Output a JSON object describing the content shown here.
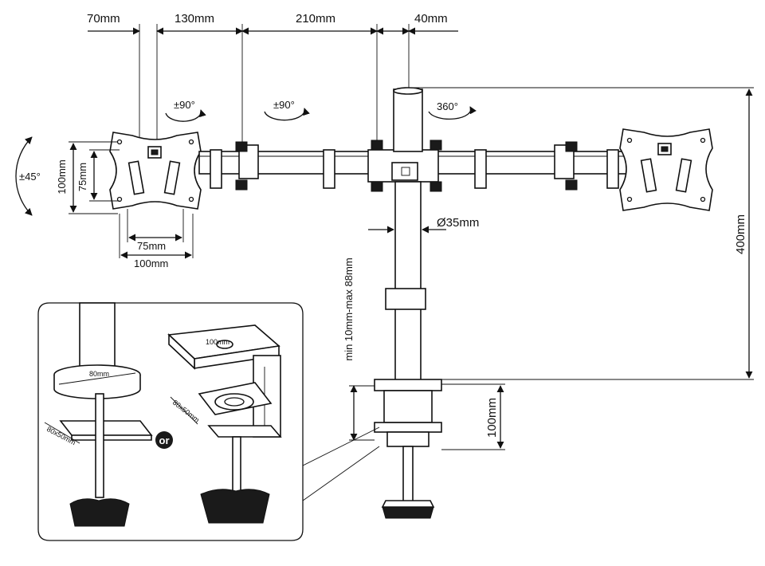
{
  "dimensions": {
    "top_70": "70mm",
    "top_130": "130mm",
    "top_210": "210mm",
    "top_40": "40mm",
    "height_400": "400mm",
    "pole_diameter": "Ø35mm",
    "clamp_range": "min 10mm-max 88mm",
    "clamp_height": "100mm",
    "vesa_v_100": "100mm",
    "vesa_v_75": "75mm",
    "vesa_h_75": "75mm",
    "vesa_h_100": "100mm"
  },
  "rotations": {
    "tilt": "±45°",
    "swivel_1": "±90°",
    "swivel_2": "±90°",
    "rotate": "360°"
  },
  "inset": {
    "grommet_dia": "80mm",
    "grommet_plate": "80x50mm",
    "clamp_hole": "100mm",
    "clamp_plate": "80x50mm",
    "or_label": "or"
  }
}
